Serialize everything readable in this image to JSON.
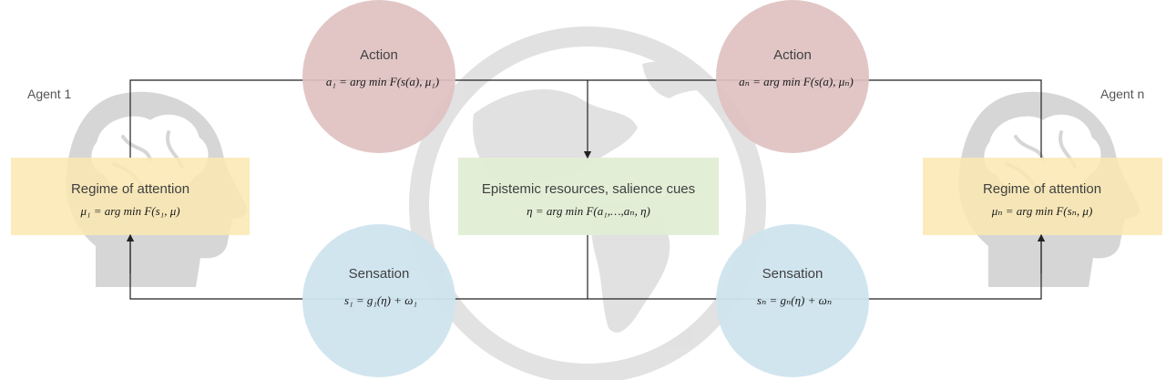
{
  "agents": {
    "left": "Agent 1",
    "right": "Agent n"
  },
  "nodes": {
    "action_left": {
      "label": "Action",
      "equation": "a₁ = arg min F(s(a), μ₁)"
    },
    "action_right": {
      "label": "Action",
      "equation": "aₙ = arg min F(s(a), μₙ)"
    },
    "sensation_left": {
      "label": "Sensation",
      "equation": "s₁ = g₁(η) + ω₁"
    },
    "sensation_right": {
      "label": "Sensation",
      "equation": "sₙ = gₙ(η) + ωₙ"
    },
    "regime_left": {
      "label": "Regime of attention",
      "equation": "μ₁ = arg min F(s₁, μ)"
    },
    "regime_right": {
      "label": "Regime of attention",
      "equation": "μₙ = arg min F(sₙ, μ)"
    },
    "epistemic": {
      "label": "Epistemic resources, salience cues",
      "equation": "η = arg min F(a₁,…,aₙ, η)"
    }
  },
  "colors": {
    "action": "#dfc1c1",
    "sensation": "#cfe4ee",
    "regime": "#fbe9b1",
    "epistemic": "#e2edd5",
    "watermark": "#d9d9d9",
    "line": "#222222"
  },
  "icons": [
    "brain-head-icon",
    "globe-icon"
  ]
}
